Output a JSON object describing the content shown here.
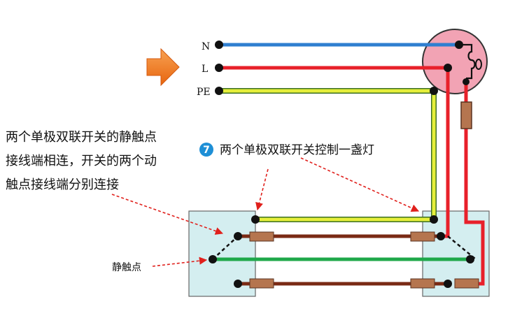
{
  "labels": {
    "n": "N",
    "l": "L",
    "pe": "PE"
  },
  "annotation_left": {
    "line1": "两个单极双联开关的静触点",
    "line2": "接线端相连，开关的两个动",
    "line3": "触点接线端分别连接"
  },
  "caption": {
    "number": "7",
    "text": "两个单极双联开关控制一盏灯"
  },
  "static_contact_label": "静触点",
  "colors": {
    "neutral": "#2f7fd0",
    "live": "#e8202a",
    "earth": "#e6ef3a",
    "earth_outline": "#3b6f24",
    "traveler": "#7a2a14",
    "common": "#1fa84a",
    "switch_box": "#d4eef0",
    "lamp": "#f2a3b4",
    "resistor": "#b5754f",
    "arrow": "#f07a20",
    "badge": "#1e8fd6",
    "annotation": "#e0201c"
  }
}
